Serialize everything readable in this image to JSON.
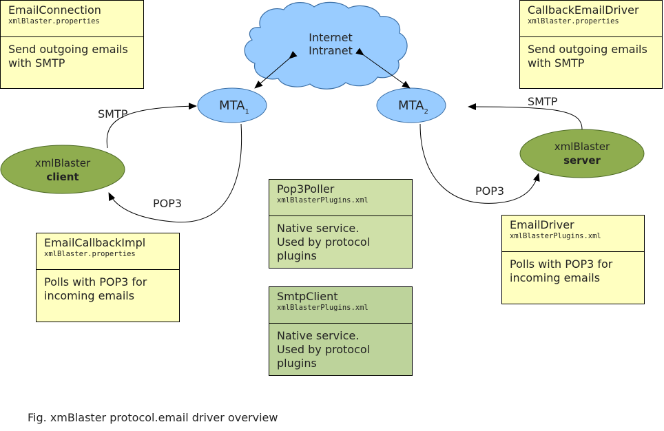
{
  "boxes": {
    "email_connection": {
      "title": "EmailConnection",
      "subtitle": "xmlBlaster.properties",
      "lines": [
        "Send outgoing emails",
        "with SMTP"
      ]
    },
    "callback_email_driver": {
      "title": "CallbackEmailDriver",
      "subtitle": "xmlBlaster.properties",
      "lines": [
        "Send outgoing emails",
        "with SMTP"
      ]
    },
    "pop3_poller": {
      "title": "Pop3Poller",
      "subtitle": "xmlBlasterPlugins.xml",
      "lines": [
        "Native service.",
        "Used by protocol",
        "plugins"
      ]
    },
    "smtp_client": {
      "title": "SmtpClient",
      "subtitle": "xmlBlasterPlugins.xml",
      "lines": [
        "Native service.",
        "Used by protocol",
        "plugins"
      ]
    },
    "email_callback_impl": {
      "title": "EmailCallbackImpl",
      "subtitle": "xmlBlaster.properties",
      "lines": [
        "Polls with POP3 for",
        "incoming emails"
      ]
    },
    "email_driver": {
      "title": "EmailDriver",
      "subtitle": "xmlBlasterPlugins.xml",
      "lines": [
        "Polls with POP3 for",
        "incoming emails"
      ]
    }
  },
  "cloud": {
    "line1": "Internet",
    "line2": "Intranet"
  },
  "mta1": {
    "main": "MTA",
    "sub": "1"
  },
  "mta2": {
    "main": "MTA",
    "sub": "2"
  },
  "client_node": {
    "line1": "xmlBlaster",
    "line2": "client"
  },
  "server_node": {
    "line1": "xmlBlaster",
    "line2": "server"
  },
  "edges": {
    "smtp_left": "SMTP",
    "pop3_left": "POP3",
    "smtp_right": "SMTP",
    "pop3_right": "POP3"
  },
  "colors": {
    "node_green": "#8fad4f",
    "mta_blue": "#99ccff",
    "cloud_blue": "#99ccff",
    "note_yellow": "#ffffc0",
    "service_green_light": "#cfe0a8",
    "service_green_dark": "#bdd39b"
  },
  "caption": "Fig. xmBlaster protocol.email driver overview"
}
